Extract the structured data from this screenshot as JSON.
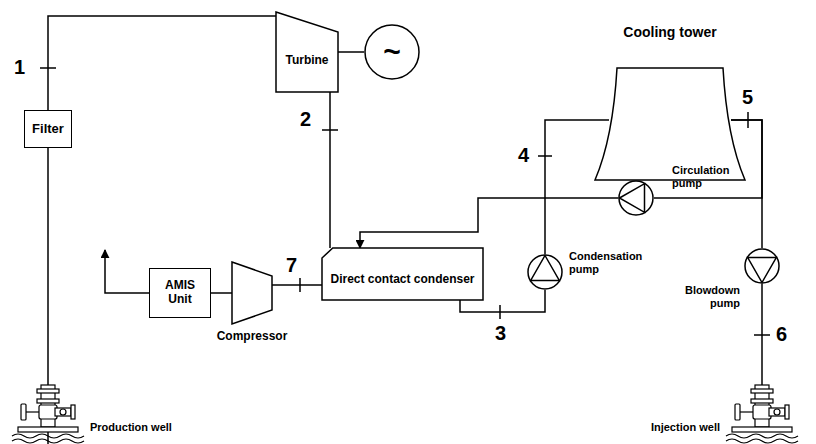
{
  "diagram": {
    "nodes": [
      {
        "text": [
          "Filter"
        ]
      },
      {
        "text": [
          "Turbine"
        ]
      },
      {
        "text": [
          "~"
        ]
      },
      {
        "text": [
          "Cooling tower"
        ]
      },
      {
        "text": [
          "Circulation pump"
        ]
      },
      {
        "text": [
          "Condensation pump"
        ]
      },
      {
        "text": [
          "Blowdown pump"
        ]
      },
      {
        "text": [
          "Direct contact condenser"
        ]
      },
      {
        "text": [
          "AMIS Unit"
        ]
      },
      {
        "text": [
          "Compressor"
        ]
      },
      {
        "text": [
          "Production well"
        ]
      },
      {
        "text": [
          "Injection well"
        ]
      }
    ],
    "edges": [
      {
        "from": 10,
        "to": 0,
        "arrow": "none"
      },
      {
        "from": 0,
        "to": 1,
        "arrow": "none"
      },
      {
        "from": 1,
        "to": 2,
        "arrow": "none"
      },
      {
        "from": 1,
        "to": 7,
        "arrow": "none"
      },
      {
        "from": 7,
        "to": 5,
        "arrow": "none"
      },
      {
        "from": 5,
        "to": 3,
        "arrow": "none"
      },
      {
        "from": 3,
        "to": 4,
        "arrow": "none"
      },
      {
        "from": 3,
        "to": 6,
        "arrow": "none"
      },
      {
        "from": 4,
        "to": 7,
        "arrow": "to"
      },
      {
        "from": 6,
        "to": 11,
        "arrow": "none"
      },
      {
        "from": 7,
        "to": 9,
        "arrow": "none"
      },
      {
        "from": 9,
        "to": 8,
        "arrow": "none"
      }
    ],
    "labels": [
      "1",
      "2",
      "3",
      "4",
      "5",
      "6",
      "7"
    ]
  }
}
